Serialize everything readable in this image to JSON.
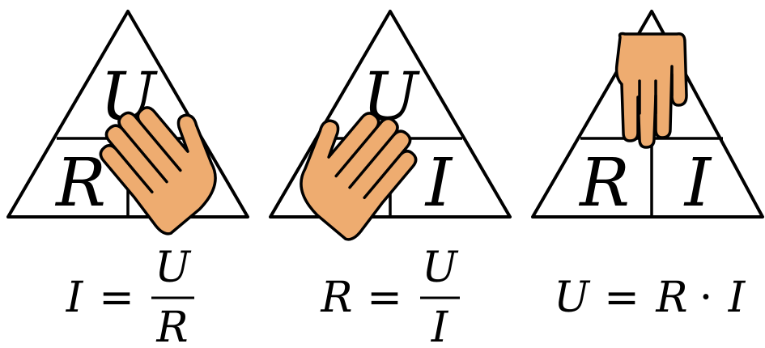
{
  "triangles": [
    {
      "top": "U",
      "bottom_left": "R",
      "bottom_right": "",
      "covered": "bottom-right",
      "formula": {
        "lhs": "I",
        "equals": "=",
        "numerator": "U",
        "denominator": "R"
      }
    },
    {
      "top": "U",
      "bottom_left": "",
      "bottom_right": "I",
      "covered": "bottom-left",
      "formula": {
        "lhs": "R",
        "equals": "=",
        "numerator": "U",
        "denominator": "I"
      }
    },
    {
      "top": "",
      "bottom_left": "R",
      "bottom_right": "I",
      "covered": "top",
      "formula": {
        "lhs": "U",
        "equals": "=",
        "rhs_a": "R",
        "dot": "·",
        "rhs_b": "I"
      }
    }
  ],
  "colors": {
    "hand": "#EEAC70",
    "ink": "#000000"
  },
  "icons": {
    "hand": "hand-icon"
  }
}
